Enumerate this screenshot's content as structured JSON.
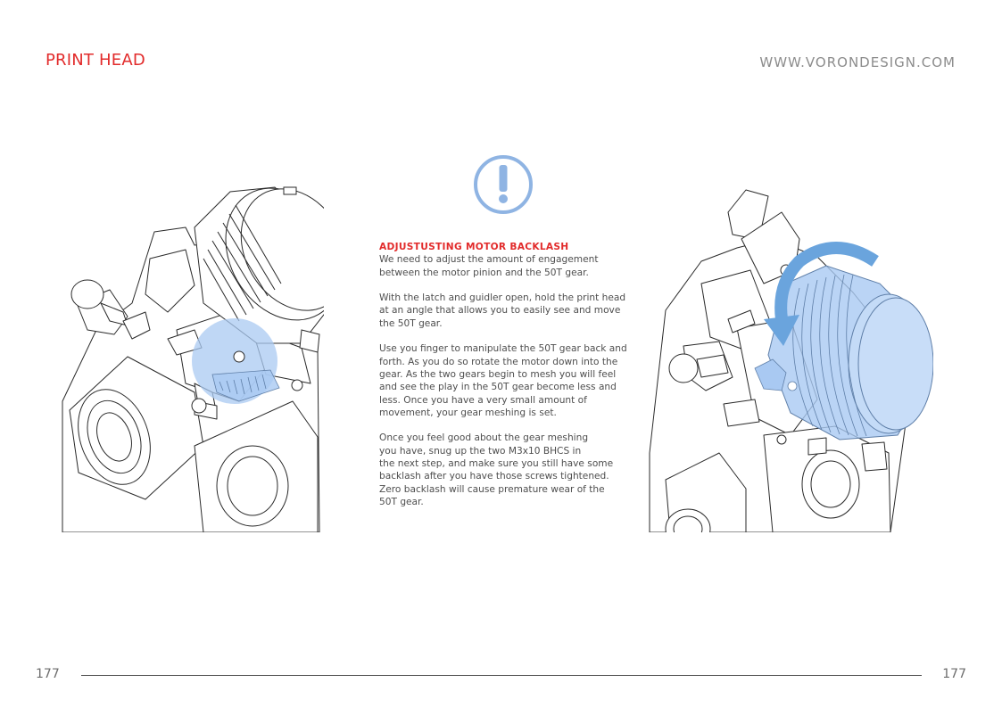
{
  "header": {
    "section_title": "PRINT HEAD",
    "site_url": "WWW.VORONDESIGN.COM"
  },
  "notice": {
    "icon": "exclamation-circle-icon",
    "heading": "ADJUSTUSTING MOTOR BACKLASH",
    "paragraphs": [
      [
        "We need to adjust the amount of engagement",
        "between the motor pinion and the 50T gear."
      ],
      [
        "With the latch and guidler open, hold the print head",
        "at an angle that allows you to easily see and move",
        "the 50T gear."
      ],
      [
        "Use you finger to manipulate the 50T gear back and",
        "forth. As you do so rotate the motor down into the",
        "gear. As the two gears begin to mesh you will feel",
        "and see the play in the 50T gear become less and",
        "less. Once you have a very small amount of",
        "movement, your gear meshing is set."
      ],
      [
        "Once you feel good about the gear meshing",
        "you have, snug up the two M3x10 BHCS in",
        "the next step, and make sure you still have some",
        "backlash after you have those screws tightened.",
        "Zero backlash will cause premature wear of the",
        "50T gear."
      ]
    ]
  },
  "footer": {
    "page_left": "177",
    "page_right": "177"
  },
  "colors": {
    "accent_red": "#e22b2b",
    "icon_blue": "#8fb4e3",
    "highlight_blue": "#a9c9f2",
    "arrow_blue": "#6aa4dd"
  }
}
